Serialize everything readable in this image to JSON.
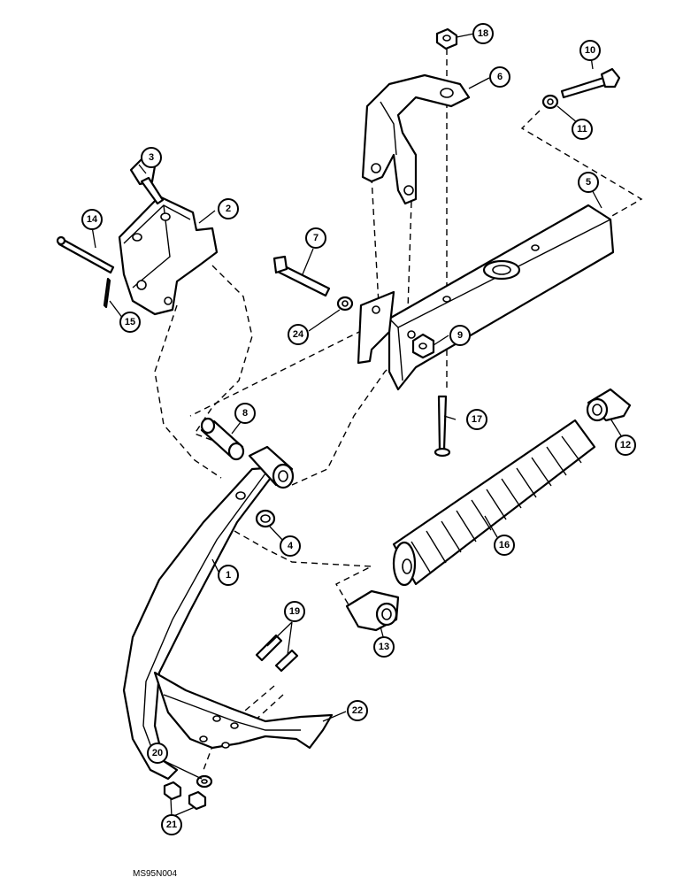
{
  "drawing_code": "MS95N004",
  "callouts": [
    "1",
    "2",
    "3",
    "4",
    "5",
    "6",
    "7",
    "8",
    "9",
    "10",
    "11",
    "12",
    "13",
    "14",
    "15",
    "16",
    "17",
    "18",
    "19",
    "20",
    "21",
    "22",
    "24"
  ]
}
